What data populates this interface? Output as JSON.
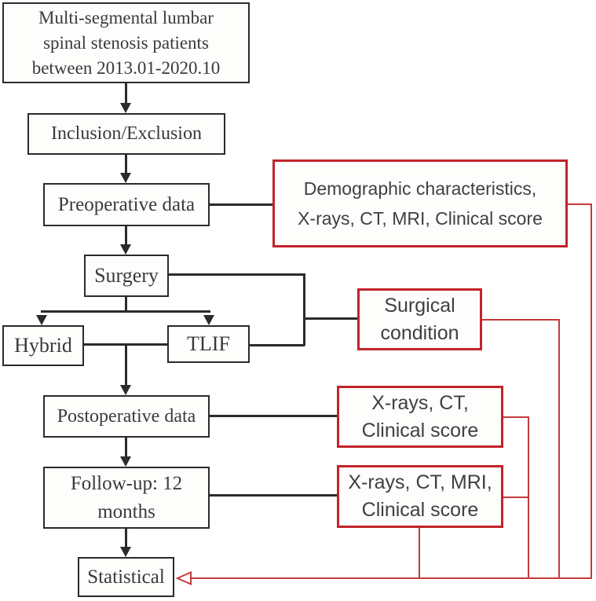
{
  "diagram_type": "flowchart",
  "colors": {
    "black_line": "#2b2b2b",
    "red_border": "#c2232a",
    "red_line": "#c43a3a",
    "serif_text": "#3a3a3a",
    "sans_text": "#404040",
    "background": "#ffffff"
  },
  "boxes": {
    "patients": {
      "lines": [
        "Multi-segmental lumbar",
        "spinal stenosis patients",
        "between 2013.01-2020.10"
      ]
    },
    "inclusion": {
      "lines": [
        "Inclusion/Exclusion"
      ]
    },
    "preoperative": {
      "lines": [
        "Preoperative data"
      ]
    },
    "surgery": {
      "lines": [
        "Surgery"
      ]
    },
    "hybrid": {
      "lines": [
        "Hybrid"
      ]
    },
    "tlif": {
      "lines": [
        "TLIF"
      ]
    },
    "postoperative": {
      "lines": [
        "Postoperative data"
      ]
    },
    "followup": {
      "lines": [
        "Follow-up: 12",
        "months"
      ]
    },
    "statistical": {
      "lines": [
        "Statistical"
      ]
    },
    "demographic_data": {
      "lines": [
        "Demographic characteristics,",
        "X-rays, CT, MRI, Clinical score"
      ]
    },
    "surgical_condition": {
      "lines": [
        "Surgical",
        "condition"
      ]
    },
    "postoperative_metrics": {
      "lines": [
        "X-rays, CT,",
        "Clinical score"
      ]
    },
    "followup_metrics": {
      "lines": [
        "X-rays, CT, MRI,",
        "Clinical score"
      ]
    }
  }
}
